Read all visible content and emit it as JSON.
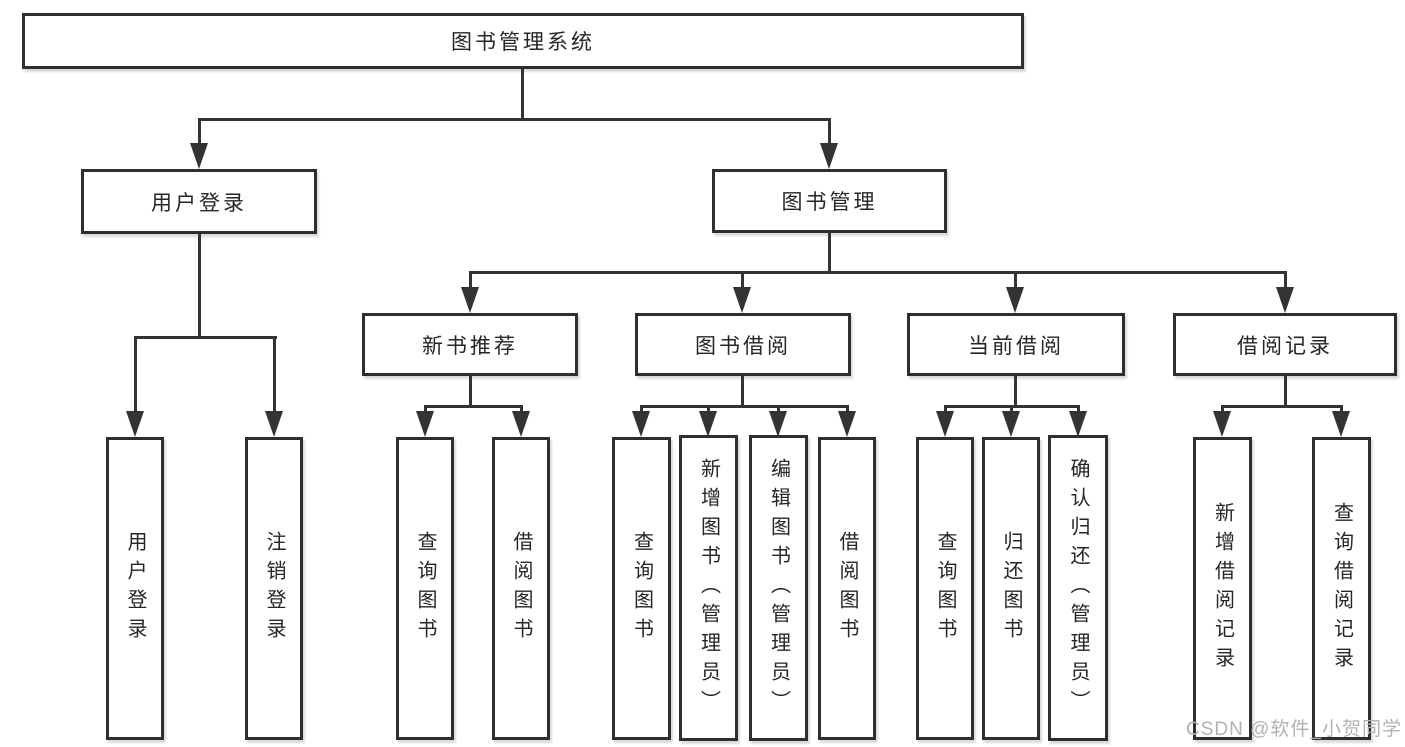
{
  "diagram": {
    "nodes": {
      "root": {
        "label": "图书管理系统"
      },
      "login": {
        "label": "用户登录"
      },
      "mgmt": {
        "label": "图书管理"
      },
      "rec": {
        "label": "新书推荐"
      },
      "borrow": {
        "label": "图书借阅"
      },
      "current": {
        "label": "当前借阅"
      },
      "records": {
        "label": "借阅记录"
      },
      "login_children": [
        {
          "label": "用户登录"
        },
        {
          "label": "注销登录"
        }
      ],
      "rec_children": [
        {
          "label": "查询图书"
        },
        {
          "label": "借阅图书"
        }
      ],
      "borrow_children": [
        {
          "label": "查询图书"
        },
        {
          "label": "新增图书（管理员）"
        },
        {
          "label": "编辑图书（管理员）"
        },
        {
          "label": "借阅图书"
        }
      ],
      "current_children": [
        {
          "label": "查询图书"
        },
        {
          "label": "归还图书"
        },
        {
          "label": "确认归还（管理员）"
        }
      ],
      "records_children": [
        {
          "label": "新增借阅记录"
        },
        {
          "label": "查询借阅记录"
        }
      ]
    },
    "watermark": "CSDN @软件_小贺同学"
  },
  "colors": {
    "line": "#333333",
    "border": "#2e2e2e",
    "text": "#262626",
    "watermark": "#b2b2b2",
    "background": "#ffffff"
  }
}
